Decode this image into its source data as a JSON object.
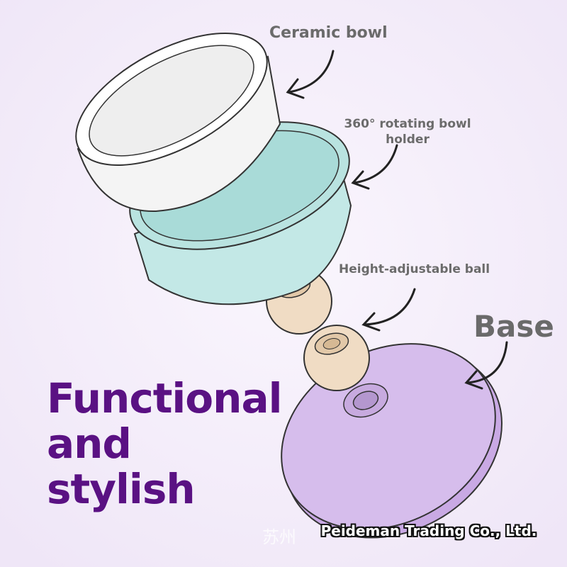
{
  "labels": {
    "bowl": "Ceramic bowl",
    "holder": "360° rotating bowl holder",
    "ball": "Height-adjustable ball",
    "base": "Base"
  },
  "headline": {
    "line1": "Functional",
    "line2": "and",
    "line3": "stylish"
  },
  "watermark": {
    "cn": "苏州",
    "company": "Peideman Trading Co., Ltd."
  },
  "colors": {
    "background": "#f4eefa",
    "headline": "#5a1183",
    "bowl": "#ffffff",
    "holder": "#bfe6e3",
    "ball": "#f0dcc4",
    "base": "#cdb0e6"
  },
  "icons": [
    "bowl-illustration",
    "holder-illustration",
    "ball-illustration",
    "base-illustration",
    "arrow-icon"
  ]
}
